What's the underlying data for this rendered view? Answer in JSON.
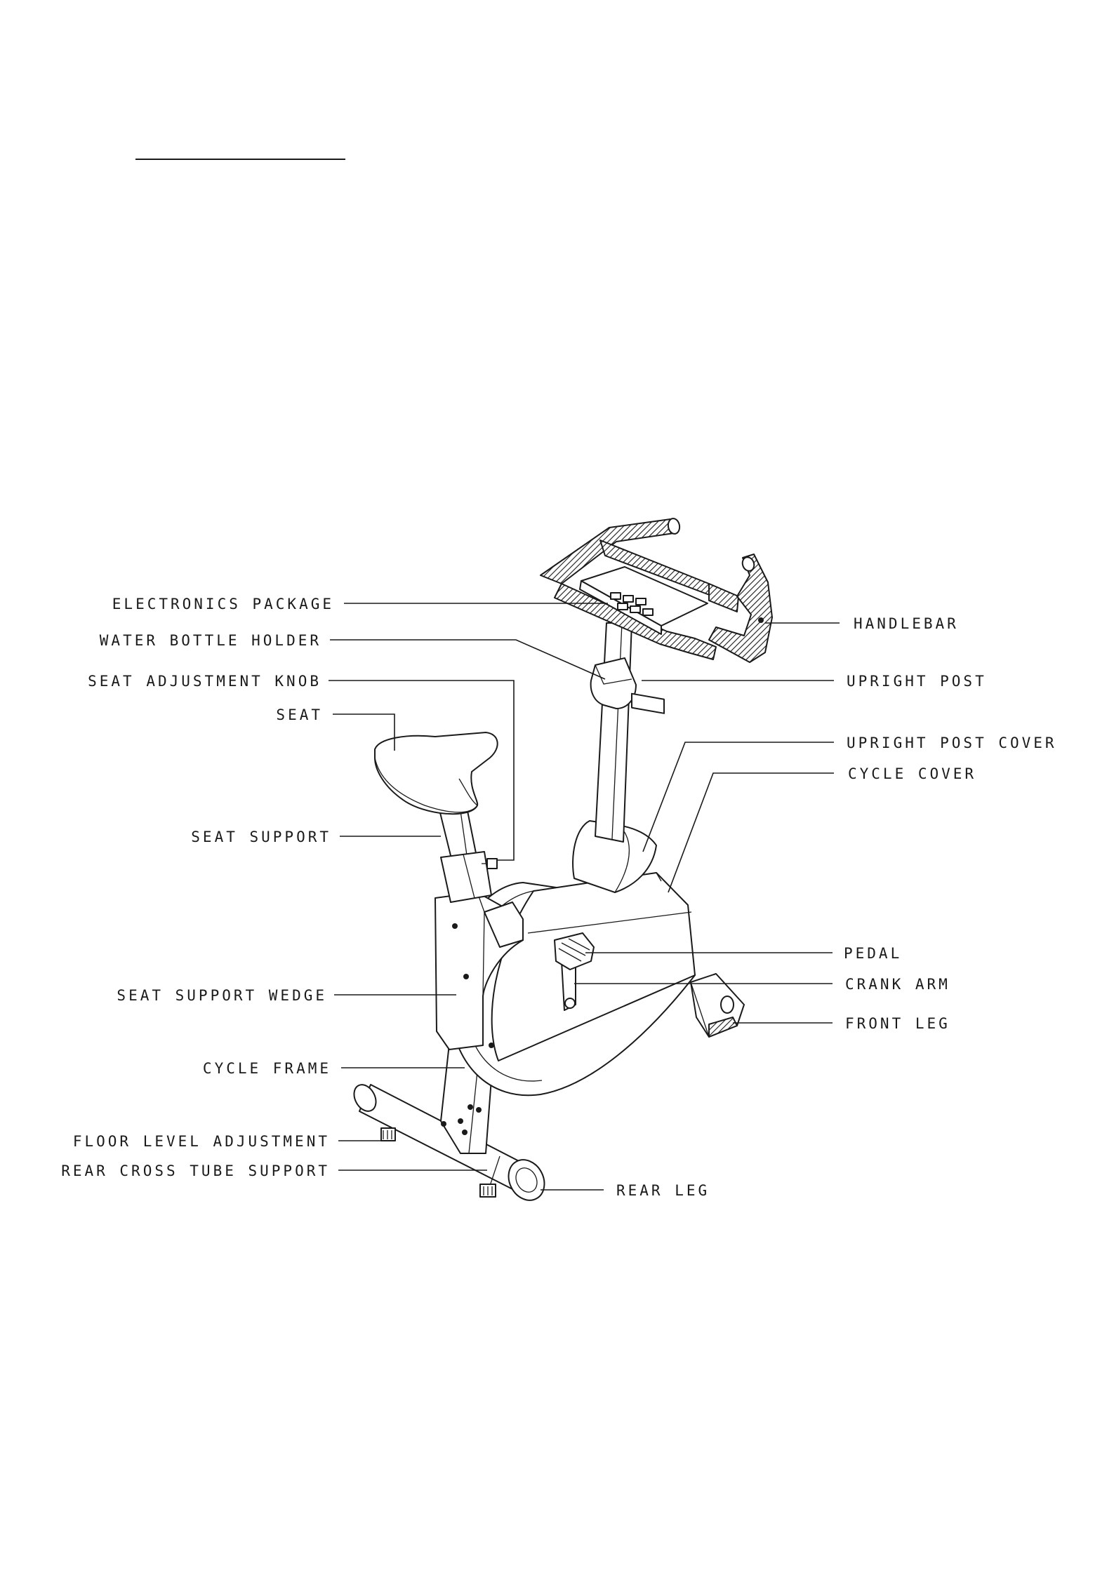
{
  "diagram": {
    "header_rule": "",
    "labels": {
      "electronics_package": "ELECTRONICS PACKAGE",
      "water_bottle_holder": "WATER BOTTLE HOLDER",
      "seat_adjustment_knob": "SEAT ADJUSTMENT KNOB",
      "seat": "SEAT",
      "seat_support": "SEAT SUPPORT",
      "seat_support_wedge": "SEAT SUPPORT WEDGE",
      "cycle_frame": "CYCLE FRAME",
      "floor_level_adjustment": "FLOOR LEVEL ADJUSTMENT",
      "rear_cross_tube_support": "REAR CROSS TUBE SUPPORT",
      "handlebar": "HANDLEBAR",
      "upright_post": "UPRIGHT POST",
      "upright_post_cover": "UPRIGHT POST COVER",
      "cycle_cover": "CYCLE COVER",
      "pedal": "PEDAL",
      "crank_arm": "CRANK ARM",
      "front_leg": "FRONT LEG",
      "rear_leg": "REAR LEG"
    }
  }
}
